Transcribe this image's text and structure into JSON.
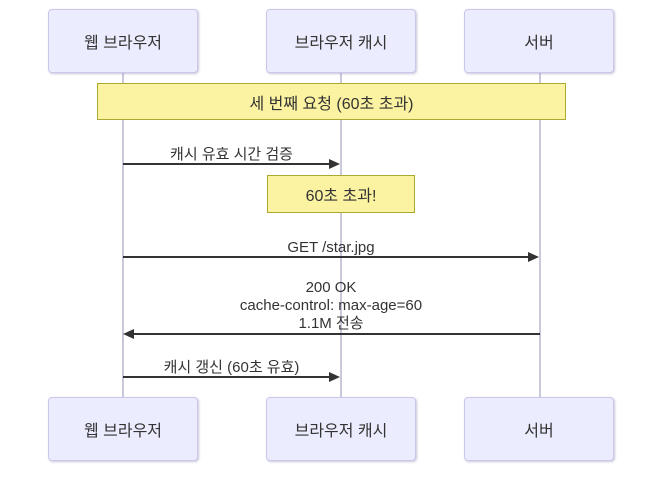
{
  "diagram": {
    "type": "sequence-diagram",
    "topic": "HTTP browser cache expiration flow",
    "actors": [
      {
        "id": "web-browser",
        "label": "웹 브라우저"
      },
      {
        "id": "browser-cache",
        "label": "브라우저 캐시"
      },
      {
        "id": "server",
        "label": "서버"
      }
    ],
    "notes": [
      {
        "id": "note-third-request",
        "text": "세 번째 요청 (60초 초과)",
        "over": [
          "web-browser",
          "server"
        ]
      },
      {
        "id": "note-expired",
        "text": "60초 초과!",
        "over": [
          "browser-cache"
        ]
      }
    ],
    "messages": [
      {
        "from": "web-browser",
        "to": "browser-cache",
        "text": "캐시 유효 시간 검증"
      },
      {
        "from": "web-browser",
        "to": "server",
        "text": "GET /star.jpg"
      },
      {
        "from": "server",
        "to": "web-browser",
        "lines": [
          "200 OK",
          "cache-control: max-age=60",
          "1.1M 전송"
        ]
      },
      {
        "from": "web-browser",
        "to": "browser-cache",
        "text": "캐시 갱신 (60초 유효)"
      }
    ],
    "colors": {
      "background": "#ffffff",
      "actor_fill": "#ececff",
      "actor_border": "#ccc7ea",
      "note_fill": "#fbf3a1",
      "note_border": "#aaaa33",
      "lifeline": "#c9c9dc",
      "arrow": "#333333",
      "text": "#333333"
    }
  }
}
